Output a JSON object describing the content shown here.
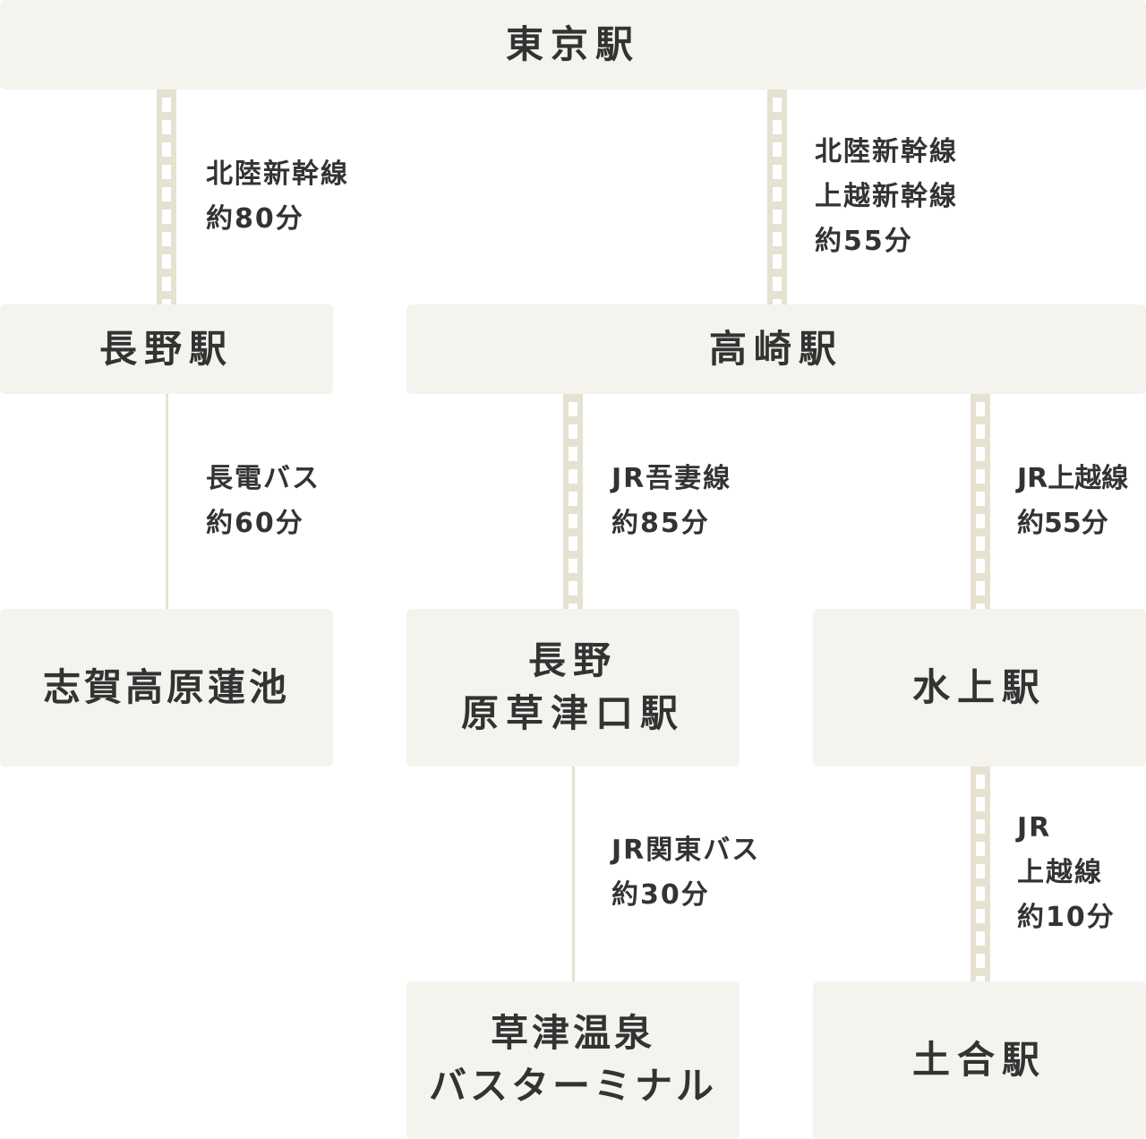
{
  "stations": {
    "tokyo": "東京駅",
    "nagano": "長野駅",
    "takasaki": "高崎駅",
    "shiga": "志賀高原蓮池",
    "naganohara": "長野\n原草津口駅",
    "minakami": "水上駅",
    "kusatsu": "草津温泉\nバスターミナル",
    "doai": "土合駅"
  },
  "routes": {
    "tokyo_nagano": "北陸新幹線\n約80分",
    "tokyo_takasaki": "北陸新幹線\n上越新幹線\n約55分",
    "nagano_shiga": "長電バス\n約60分",
    "takasaki_naganohara": "JR吾妻線\n約85分",
    "takasaki_minakami": "JR上越線\n約55分",
    "naganohara_kusatsu": "JR関東バス\n約30分",
    "minakami_doai": "JR\n上越線\n約10分"
  }
}
